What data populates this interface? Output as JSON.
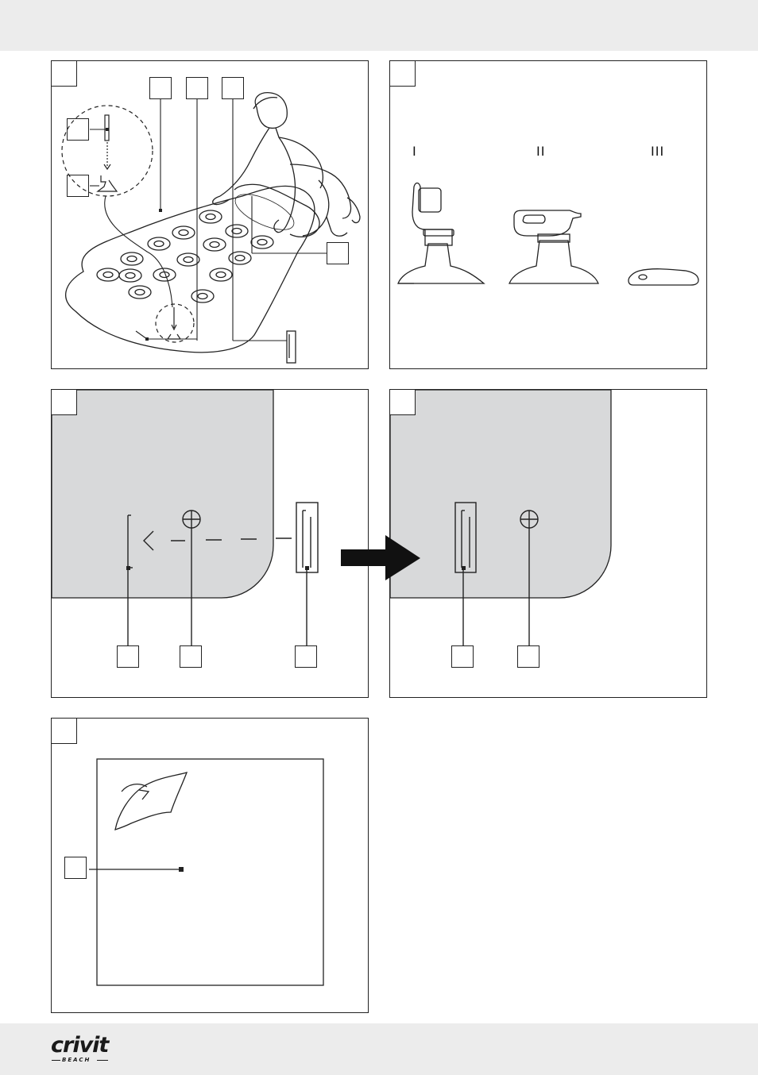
{
  "brand": {
    "name": "crivit",
    "sub": "BEACH"
  },
  "panel_b": {
    "roman_labels": [
      "I",
      "II",
      "III"
    ]
  },
  "colors": {
    "band": "#ececec",
    "shade": "#d8d9da",
    "line": "#222222"
  }
}
